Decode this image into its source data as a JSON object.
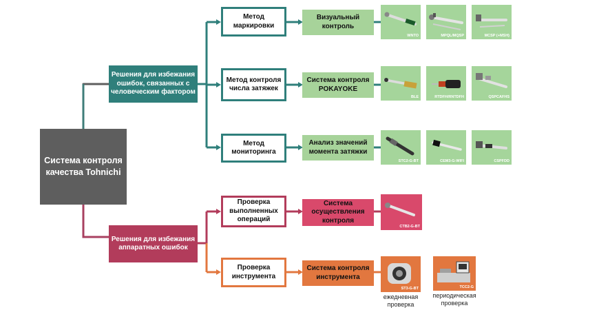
{
  "root": "Система контроля качества Tohnichi",
  "colors": {
    "teal": "#2f7f7b",
    "red": "#b23c5b",
    "orange": "#e2773f",
    "green": "#a7d39a",
    "gray": "#5e5e5e"
  },
  "branches": [
    {
      "label": "Решения для избежания ошибок, связанных с человеческим фактором",
      "rows": [
        {
          "method": "Метод маркировки",
          "solution": "Визуальный контроль",
          "tools": [
            "WNTO",
            "MPQL/MQSP",
            "MCSP (+MSH)"
          ]
        },
        {
          "method": "Метод контроля числа затяжек",
          "solution": "Система контроля POKAYOKE",
          "tools": [
            "BLE",
            "RTDFH/RNTDFH",
            "QSPCAFHS"
          ]
        },
        {
          "method": "Метод мониторинга",
          "solution": "Анализ значений момента затяжки",
          "tools": [
            "STC2-G-BT",
            "CEM3-G-WIFI",
            "CSPFDD"
          ]
        }
      ]
    },
    {
      "label": "Решения для избежания аппаратных ошибок",
      "rows": [
        {
          "method": "Проверка выполненных операций",
          "solution": "Система осуществления контроля",
          "tools": [
            "CTB2-G-BT"
          ]
        },
        {
          "method": "Проверка инструмента",
          "solution": "Система контроля инструмента",
          "tools": [
            "ST3-G-BT",
            "TCC2-G"
          ],
          "captions": [
            "ежедневная проверка",
            "периодическая проверка"
          ]
        }
      ]
    }
  ]
}
